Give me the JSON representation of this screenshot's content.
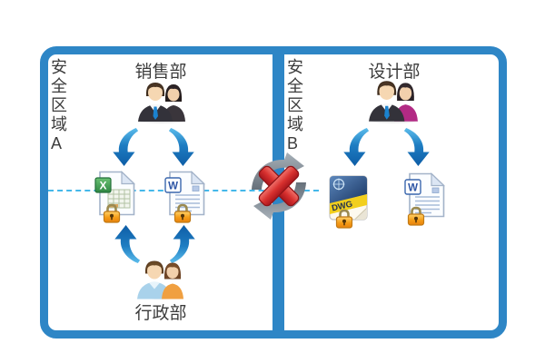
{
  "zones": {
    "zone_a": {
      "label": "安全区域A",
      "top_department": {
        "name": "销售部"
      },
      "bottom_department": {
        "name": "行政部"
      },
      "files": [
        {
          "kind": "excel",
          "logo": "X"
        },
        {
          "kind": "word",
          "logo": "W"
        }
      ]
    },
    "zone_b": {
      "label": "安全区域B",
      "top_department": {
        "name": "设计部"
      },
      "files": [
        {
          "kind": "dwg",
          "logo": "DWG"
        },
        {
          "kind": "word",
          "logo": "W"
        }
      ]
    }
  },
  "icons": {
    "center": "sync-blocked-icon",
    "lock": "lock-icon",
    "people": "people-icon",
    "arrow": "swoosh-arrow-icon"
  },
  "colors": {
    "frame_blue": "#2e86c6",
    "dashed_line_blue": "#45b8ea",
    "arrow_blue_light": "#55b9ea",
    "arrow_blue_dark": "#0e5da6",
    "sync_gray": "#7b858e",
    "cross_red": "#c42127",
    "lock_orange": "#f59d18",
    "excel_green": "#2e8742",
    "word_blue": "#2d55a5",
    "dwg_yellow": "#f2cf1d",
    "text_dark": "#3c3c3c",
    "background": "#ffffff"
  }
}
